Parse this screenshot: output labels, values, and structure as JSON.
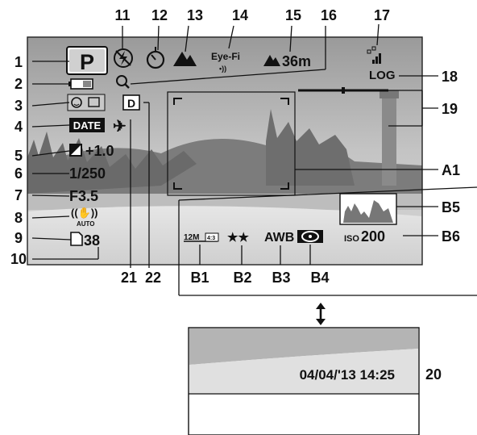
{
  "callouts": {
    "c1": "1",
    "c2": "2",
    "c3": "3",
    "c4": "4",
    "c5": "5",
    "c6": "6",
    "c7": "7",
    "c8": "8",
    "c9": "9",
    "c10": "10",
    "c11": "11",
    "c12": "12",
    "c13": "13",
    "c14": "14",
    "c15": "15",
    "c16": "16",
    "c17": "17",
    "c18": "18",
    "c19": "19",
    "c20": "20",
    "c21": "21",
    "c22": "22",
    "a1": "A1",
    "b1": "B1",
    "b2": "B2",
    "b3": "B3",
    "b4": "B4",
    "b5": "B5",
    "b6": "B6"
  },
  "osd": {
    "mode": "P",
    "exposure_comp": "+1.0",
    "shutter_speed": "1/250",
    "aperture": "F3.5",
    "shake_reduction": "AUTO",
    "remaining_shots": "38",
    "date_badge": "DATE",
    "d_badge": "D",
    "eyefi": "Eye-Fi",
    "focus_distance": "36m",
    "log": "LOG",
    "resolution": "12M",
    "resolution_sub": "4:3",
    "quality_stars": "★★",
    "white_balance": "AWB",
    "iso_label": "ISO",
    "iso_value": "200"
  },
  "date_stamp": "04/04/'13 14:25",
  "colors": {
    "sky": "#b8b8b8",
    "sand": "#dcdcdc",
    "osd_dark": "#111111"
  }
}
